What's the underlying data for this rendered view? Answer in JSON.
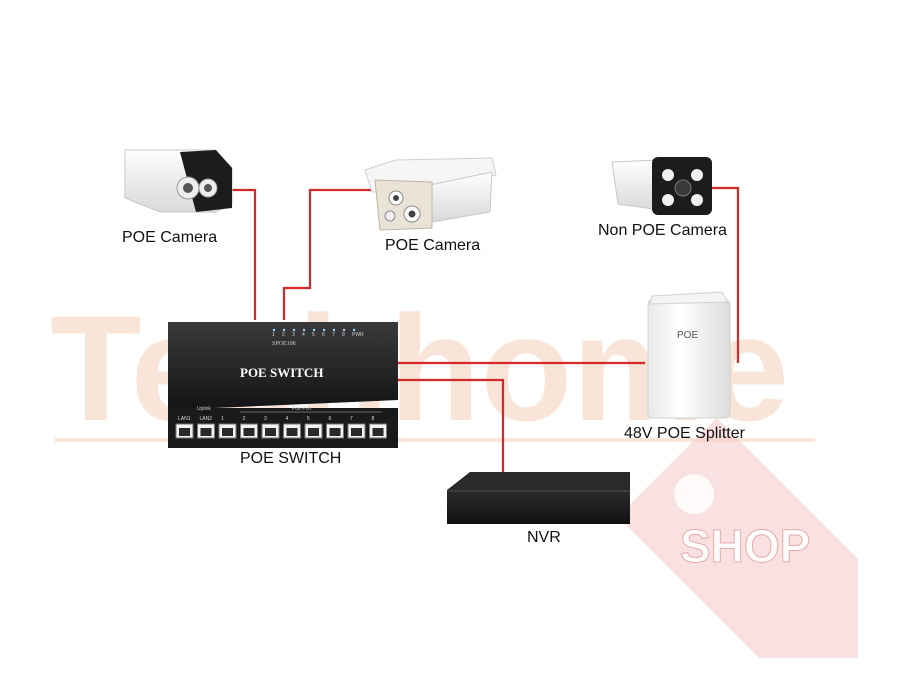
{
  "watermark": {
    "brand_text": "Techhome",
    "shop_text": "SHOP",
    "brand_color": "#f7dccb",
    "shop_color": "#e7a6a6"
  },
  "devices": {
    "camera_left_label": "POE Camera",
    "camera_center_label": "POE Camera",
    "camera_right_label": "Non POE Camera",
    "splitter_label": "48V POE Splitter",
    "splitter_face_text": "POE",
    "switch_label": "POE SWITCH",
    "switch_face_title": "POE SWITCH",
    "switch_model_text": "SPOE108",
    "switch_led_labels": [
      "1",
      "2",
      "3",
      "4",
      "5",
      "6",
      "7",
      "8",
      "PWR"
    ],
    "switch_uplink_text": "Uplink",
    "switch_poe_port_text": "Poe Port",
    "switch_port_labels": [
      "LAN1",
      "LAN2",
      "1",
      "2",
      "3",
      "4",
      "5",
      "6",
      "7",
      "8"
    ],
    "nvr_label": "NVR"
  },
  "colors": {
    "cable": "#d42a2a",
    "device_dark": "#1d1d1f",
    "camera_body": "#f2f2f2"
  }
}
